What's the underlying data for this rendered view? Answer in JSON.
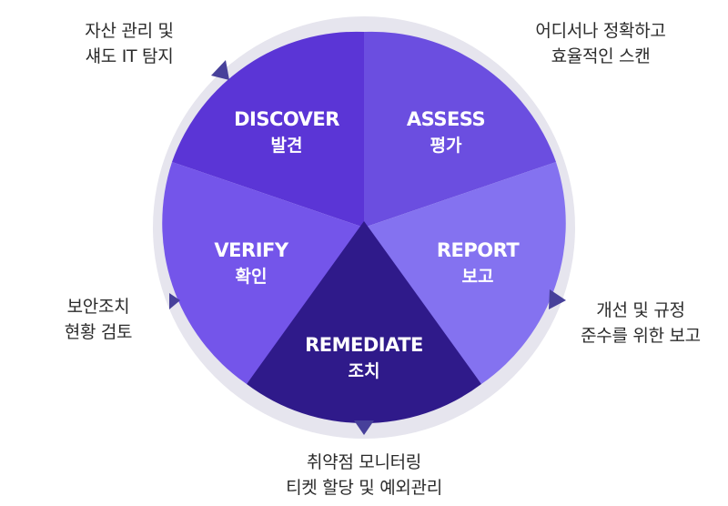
{
  "segments": [
    {
      "key": "discover",
      "title": "DISCOVER",
      "subtitle": "발견",
      "color": "#5b35d6"
    },
    {
      "key": "assess",
      "title": "ASSESS",
      "subtitle": "평가",
      "color": "#6b4ee0"
    },
    {
      "key": "report",
      "title": "REPORT",
      "subtitle": "보고",
      "color": "#8472f0"
    },
    {
      "key": "remediate",
      "title": "REMEDIATE",
      "subtitle": "조치",
      "color": "#2f1a8a"
    },
    {
      "key": "verify",
      "title": "VERIFY",
      "subtitle": "확인",
      "color": "#7455ea"
    }
  ],
  "descriptions": {
    "discover": [
      "자산 관리 및",
      "섀도 IT 탐지"
    ],
    "assess": [
      "어디서나 정확하고",
      "효율적인 스캔"
    ],
    "report": [
      "개선 및 규정",
      "준수를 위한 보고"
    ],
    "remediate": [
      "취약점 모니터링",
      "티켓 할당 및 예외관리"
    ],
    "verify": [
      "보안조치",
      "현황 검토"
    ]
  },
  "colors": {
    "ring": "#e6e5ee",
    "arrow": "#47409a",
    "center_triangle": "#2f1a8a"
  }
}
